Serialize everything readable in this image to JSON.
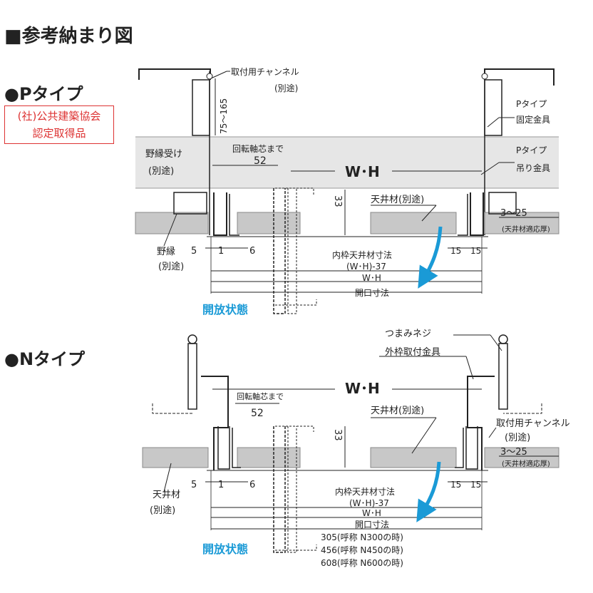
{
  "title": "■参考納まり図",
  "p_type": {
    "heading": "●Pタイプ",
    "cert_line1": "(社)公共建築協会",
    "cert_line2": "認定取得品",
    "label_channel": "取付用チャンネル",
    "label_channel_sub": "(別途)",
    "label_75_165": "75～165",
    "label_fixing_1": "Pタイプ",
    "label_fixing_2": "固定金具",
    "label_runner_1": "野縁受け",
    "label_runner_2": "(別途)",
    "label_pivot": "回転軸芯まで",
    "label_52": "52",
    "label_wh_big": "W･H",
    "label_hanger_1": "Pタイプ",
    "label_hanger_2": "吊り金具",
    "label_33": "33",
    "label_ceiling": "天井材(別途)",
    "label_3_25": "3～25",
    "label_thickness": "(天井材適応厚)",
    "label_noen_1": "野縁",
    "label_noen_2": "(別途)",
    "label_5": "5",
    "label_1": "1",
    "label_6": "6",
    "label_15a": "15",
    "label_15b": "15",
    "label_inner": "内枠天井材寸法",
    "label_wh37": "(W･H)-37",
    "label_wh": "W･H",
    "label_opening": "開口寸法",
    "label_open_state": "開放状態"
  },
  "n_type": {
    "heading": "●Nタイプ",
    "label_knob": "つまみネジ",
    "label_bracket": "外枠取付金具",
    "label_wh_big": "W･H",
    "label_pivot": "回転軸芯まで",
    "label_52": "52",
    "label_ceiling": "天井材(別途)",
    "label_33": "33",
    "label_channel": "取付用チャンネル",
    "label_channel_sub": "(別途)",
    "label_3_25": "3～25",
    "label_thickness": "(天井材適応厚)",
    "label_ceiling2_1": "天井材",
    "label_ceiling2_2": "(別途)",
    "label_5": "5",
    "label_1": "1",
    "label_6": "6",
    "label_15a": "15",
    "label_15b": "15",
    "label_inner": "内枠天井材寸法",
    "label_wh37": "(W･H)-37",
    "label_wh": "W･H",
    "label_opening": "開口寸法",
    "label_305": "305(呼称 N300の時)",
    "label_456": "456(呼称 N450の時)",
    "label_608": "608(呼称 N600の時)",
    "label_open_state": "開放状態"
  },
  "colors": {
    "accent": "#1a9ad6",
    "cert_red": "#dd3333",
    "board": "#c8c8c8",
    "band": "#e6e6e6"
  }
}
